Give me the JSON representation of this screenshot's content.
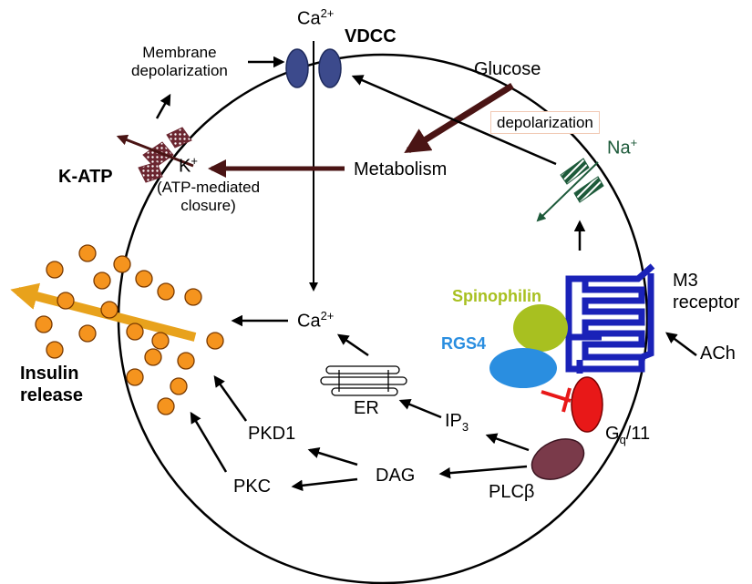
{
  "labels": {
    "ca_top": "Ca",
    "ca_top_sup": "2+",
    "vdcc": "VDCC",
    "membrane_depolarization": "Membrane\ndepolarization",
    "glucose": "Glucose",
    "depolarization": "depolarization",
    "na": "Na",
    "na_sup": "+",
    "k_atp": "K-ATP",
    "k": "K",
    "k_sup": "+",
    "atp_mediated_closure": "(ATP-mediated\nclosure)",
    "metabolism": "Metabolism",
    "m3_receptor": "M3\nreceptor",
    "spinophilin": "Spinophilin",
    "ca_mid": "Ca",
    "ca_mid_sup": "2+",
    "rgs4": "RGS4",
    "ach": "ACh",
    "insulin_release": "Insulin\nrelease",
    "er": "ER",
    "ip3": "IP",
    "ip3_sub": "3",
    "gq11": "G",
    "gq11_sub": "q",
    "gq11_suffix": "/11",
    "pkd1": "PKD1",
    "dag": "DAG",
    "pkc": "PKC",
    "plcb": "PLCβ"
  },
  "colors": {
    "membrane": "#000000",
    "vdcc": "#3c4a8c",
    "metabolism_arrow": "#4a1414",
    "katp": "#6b2630",
    "na_channel": "#1d5a3a",
    "m3_receptor": "#1a22b8",
    "spinophilin": "#a8c020",
    "rgs4": "#2a8ee0",
    "gq11": "#e81818",
    "plcb": "#7a3a4a",
    "insulin_granule": "#f5941e",
    "release_arrow": "#e8a21c",
    "inhibition": "#e81818"
  }
}
